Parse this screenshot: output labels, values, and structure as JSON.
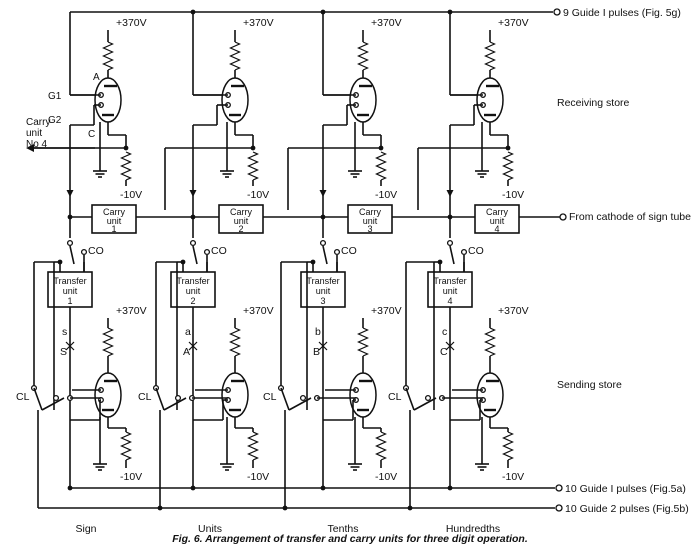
{
  "caption": "Fig. 6.   Arrangement of transfer and carry units for three digit operation.",
  "supply_plus": "+370V",
  "supply_minus": "-10V",
  "receiving_store_label": "Receiving  store",
  "sending_store_label": "Sending  store",
  "guide1_top_label": "9  Guide I  pulses (Fig. 5g)",
  "from_cathode_label": "From cathode of sign tube",
  "guide1_bottom_label": "10  Guide I pulses (Fig.5a)",
  "guide2_bottom_label": "10  Guide 2  pulses (Fig.5b)",
  "carry_in_label": [
    "Carry",
    "unit",
    "No 4"
  ],
  "tube_pin_labels": {
    "g1": "G1",
    "g2": "G2",
    "a": "A",
    "c": "C"
  },
  "carry_units": [
    {
      "line1": "Carry",
      "line2": "unit",
      "num": "1"
    },
    {
      "line1": "Carry",
      "line2": "unit",
      "num": "2"
    },
    {
      "line1": "Carry",
      "line2": "unit",
      "num": "3"
    },
    {
      "line1": "Carry",
      "line2": "unit",
      "num": "4"
    }
  ],
  "transfer_units": [
    {
      "line1": "Transfer",
      "line2": "unit",
      "num": "1"
    },
    {
      "line1": "Transfer",
      "line2": "unit",
      "num": "2"
    },
    {
      "line1": "Transfer",
      "line2": "unit",
      "num": "3"
    },
    {
      "line1": "Transfer",
      "line2": "unit",
      "num": "4"
    }
  ],
  "switch_labels": {
    "co": "CO",
    "cl": "CL"
  },
  "columns": [
    {
      "name": "Sign",
      "x_lower": "s",
      "x_upper": "S"
    },
    {
      "name": "Units",
      "x_lower": "a",
      "x_upper": "A"
    },
    {
      "name": "Tenths",
      "x_lower": "b",
      "x_upper": "B"
    },
    {
      "name": "Hundredths",
      "x_lower": "c",
      "x_upper": "C"
    }
  ]
}
